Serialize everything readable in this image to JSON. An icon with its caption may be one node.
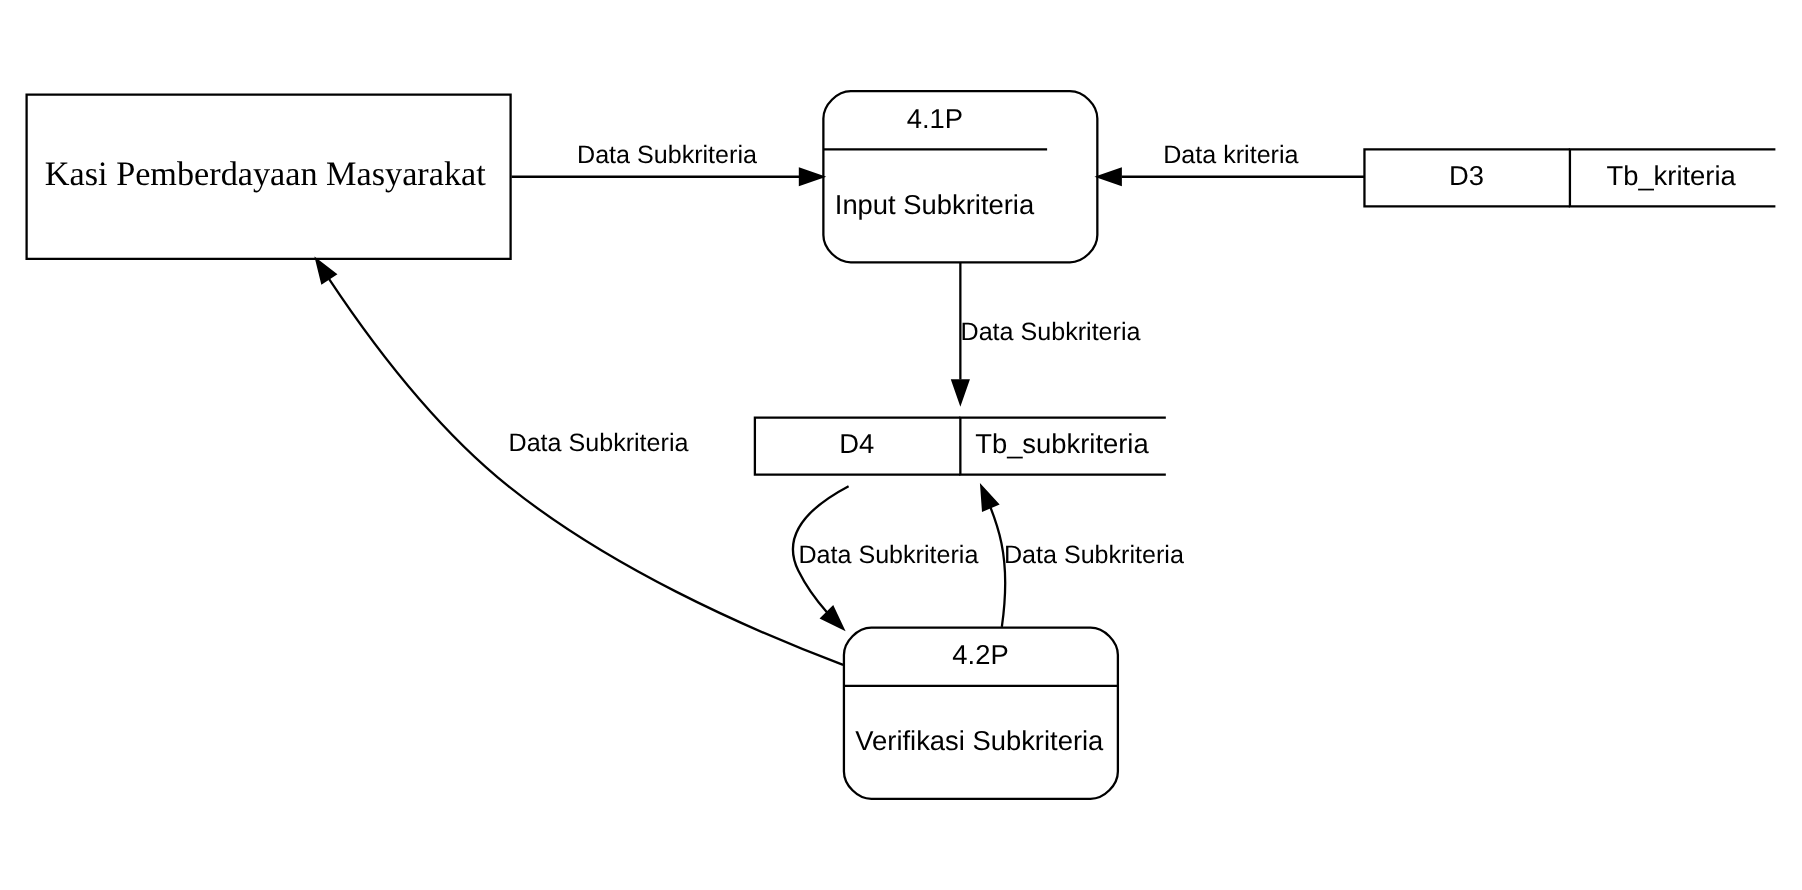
{
  "diagram": {
    "nodes": [
      {
        "text": [
          "Kasi Pemberdayaan Masyarakat"
        ]
      },
      {
        "text": [
          "4.1P",
          "Input Subkriteria"
        ]
      },
      {
        "text": [
          "D3",
          "Tb_kriteria"
        ]
      },
      {
        "text": [
          "D4",
          "Tb_subkriteria"
        ]
      },
      {
        "text": [
          "4.2P",
          "Verifikasi Subkriteria"
        ]
      }
    ],
    "edges": [
      {
        "from": 0,
        "to": 1,
        "arrow": "to",
        "label": "Data Subkriteria"
      },
      {
        "from": 2,
        "to": 1,
        "arrow": "to",
        "label": "Data kriteria"
      },
      {
        "from": 1,
        "to": 3,
        "arrow": "to",
        "label": "Data Subkriteria"
      },
      {
        "from": 3,
        "to": 4,
        "arrow": "to",
        "label": "Data Subkriteria"
      },
      {
        "from": 4,
        "to": 3,
        "arrow": "to",
        "label": "Data Subkriteria"
      },
      {
        "from": 4,
        "to": 0,
        "arrow": "to",
        "label": "Data Subkriteria"
      }
    ]
  }
}
